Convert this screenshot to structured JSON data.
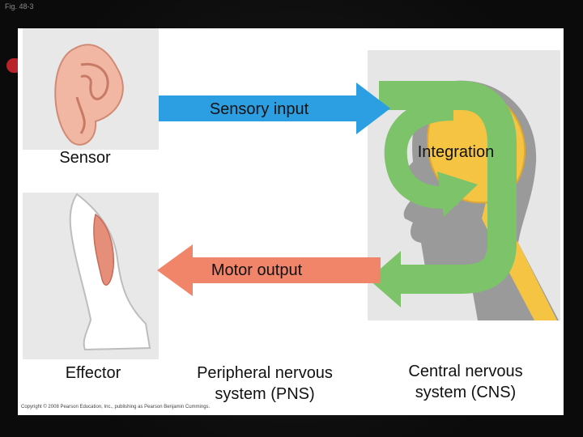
{
  "slide": {
    "fig_label": "Fig. 48-3",
    "copyright": "Copyright © 2008 Pearson Education, Inc., publishing as Pearson Benjamin Cummings."
  },
  "diagram": {
    "arrows": {
      "sensory_input": "Sensory input",
      "motor_output": "Motor output"
    },
    "labels": {
      "sensor": "Sensor",
      "integration": "Integration",
      "effector": "Effector"
    },
    "systems": {
      "pns": "Peripheral nervous system (PNS)",
      "cns": "Central nervous system (CNS)"
    },
    "colors": {
      "sensory_arrow": "#2c9fe3",
      "motor_arrow": "#f0856a",
      "integration_loop": "#7cc36a",
      "brain": "#f5c442",
      "head_silhouette": "#9a9a9a",
      "background_panel": "#e6e6e6"
    }
  }
}
